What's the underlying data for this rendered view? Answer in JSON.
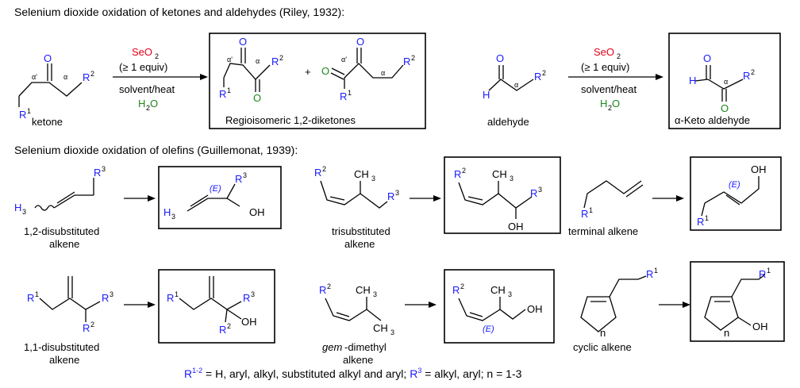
{
  "section1": {
    "title": "Selenium dioxide oxidation of ketones and aldehydes (Riley, 1932):",
    "reagent1": "SeO",
    "reagent1_sub": "2",
    "equiv": "(≥ 1 equiv)",
    "conditions": "solvent/heat",
    "water": "H",
    "water_sub": "2",
    "water_o": "O",
    "ketone_label": "ketone",
    "diketone_label": "Regioisomeric 1,2-diketones",
    "aldehyde_label": "aldehyde",
    "ketoaldehyde_label": "α-Keto aldehyde",
    "plus": "+"
  },
  "section2": {
    "title": "Selenium dioxide oxidation of olefins (Guillemonat, 1939):",
    "label_12": "1,2-disubstituted",
    "label_12b": "alkene",
    "label_tri": "trisubstituted",
    "label_trib": "alkene",
    "label_terminal": "terminal alkene",
    "label_11": "1,1-disubstituted",
    "label_11b": "alkene",
    "label_gem": "gem",
    "label_gem_rest": "-dimethyl",
    "label_gemb": "alkene",
    "label_cyclic": "cyclic alkene"
  },
  "atoms": {
    "O": "O",
    "R": "R",
    "H": "H",
    "OH": "OH",
    "HO": "H",
    "sup1": "1",
    "sup2": "2",
    "sup3": "3",
    "alpha": "α",
    "alpha_prime": "α'",
    "E": "(E)",
    "CH": "CH",
    "sub3": "3",
    "n": "n"
  },
  "footnote": {
    "r12": "R",
    "r12_sup": "1-2",
    "text1": " = H, aryl, alkyl, substituted alkyl and aryl; ",
    "r3": "R",
    "r3_sup": "3",
    "text2": " = alkyl, aryl; n = 1-3"
  },
  "colors": {
    "blue": "#1a1aff",
    "red": "#e0001a",
    "green": "#1a8a1a",
    "black": "#000000"
  }
}
